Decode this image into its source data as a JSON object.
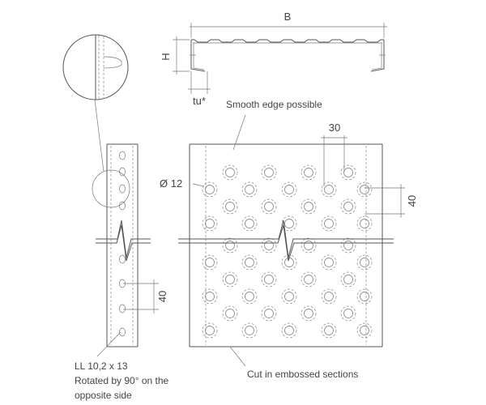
{
  "dimensions": {
    "b": "B",
    "h": "H",
    "tu": "tu*",
    "pitch_horizontal": "30",
    "pitch_vertical_plate": "40",
    "pitch_vertical_side": "40",
    "hole_diameter": "Ø 12"
  },
  "annotations": {
    "smooth_edge": "Smooth edge possible",
    "cut_sections": "Cut in embossed sections",
    "slot_line1": "LL 10,2 x 13",
    "slot_line2": "Rotated by 90° on the",
    "slot_line3": "opposite side"
  }
}
